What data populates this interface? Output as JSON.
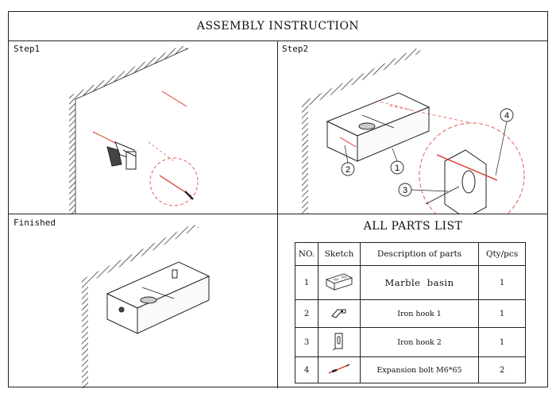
{
  "document": {
    "title": "ASSEMBLY INSTRUCTION"
  },
  "panels": {
    "step1": {
      "label": "Step1"
    },
    "step2": {
      "label": "Step2",
      "callouts": [
        "1",
        "2",
        "3",
        "4"
      ]
    },
    "finished": {
      "label": "Finished"
    }
  },
  "parts_list": {
    "title": "ALL PARTS LIST",
    "headers": [
      "NO.",
      "Sketch",
      "Description of parts",
      "Qty/pcs"
    ],
    "rows": [
      {
        "no": "1",
        "sketch_icon": "basin-icon",
        "description": "Marble  basin",
        "qty": "1"
      },
      {
        "no": "2",
        "sketch_icon": "iron-hook-1-icon",
        "description": "Iron hook 1",
        "qty": "1"
      },
      {
        "no": "3",
        "sketch_icon": "iron-hook-2-icon",
        "description": "Iron hook 2",
        "qty": "1"
      },
      {
        "no": "4",
        "sketch_icon": "expansion-bolt-icon",
        "description": "Expansion bolt M6*65",
        "qty": "2"
      }
    ]
  },
  "colors": {
    "line": "#222222",
    "accent": "#d9342b",
    "dash": "#e25c55"
  }
}
